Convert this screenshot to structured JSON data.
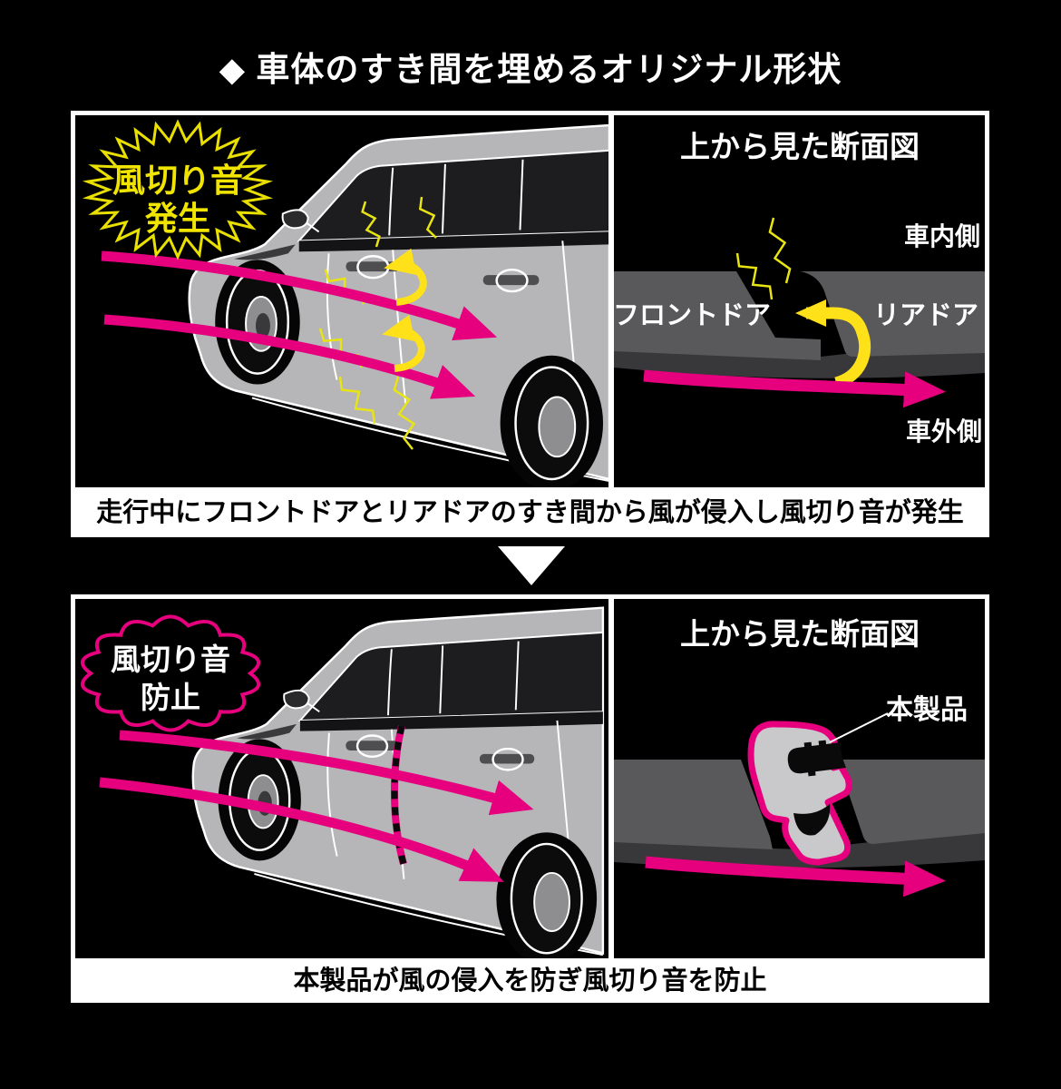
{
  "page": {
    "title": "◆ 車体のすき間を埋めるオリジナル形状"
  },
  "colors": {
    "background": "#000000",
    "accent_pink": "#e6007e",
    "accent_yellow": "#f0e400",
    "panel_border": "#ffffff",
    "door_gray": "#59595c",
    "car_gray": "#b6b6b8"
  },
  "panel_top": {
    "burst_line1": "風切り音",
    "burst_line2": "発生",
    "section_title": "上から見た断面図",
    "label_interior": "車内側",
    "label_front_door": "フロントドア",
    "label_rear_door": "リアドア",
    "label_exterior": "車外側",
    "caption": "走行中にフロントドアとリアドアのすき間から風が侵入し風切り音が発生"
  },
  "panel_bottom": {
    "bubble_line1": "風切り音",
    "bubble_line2": "防止",
    "section_title": "上から見た断面図",
    "product_label": "本製品",
    "caption": "本製品が風の侵入を防ぎ風切り音を防止"
  }
}
